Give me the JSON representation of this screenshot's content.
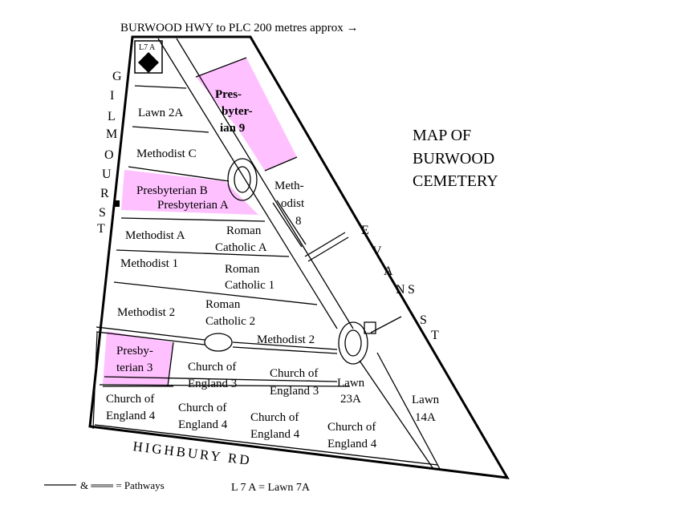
{
  "map": {
    "title_lines": [
      "MAP OF",
      "BURWOOD",
      "CEMETERY"
    ],
    "top_road": "BURWOOD HWY  to PLC 200 metres approx →",
    "left_street": [
      "G",
      "I",
      "L",
      "M",
      "O",
      "U",
      "R",
      "S",
      "T"
    ],
    "right_street": [
      "E",
      "V",
      "A",
      "N",
      "S",
      "S",
      "T"
    ],
    "bottom_road": "HIGHBURY RD",
    "corner_marker": "L7 A",
    "colors": {
      "highlight": "#ffc0ff",
      "line": "#000000",
      "background": "#ffffff"
    },
    "sections": {
      "lawn2a": "Lawn 2A",
      "methodist_c": "Methodist C",
      "presbyterian_b": "Presbyterian B",
      "presbyterian_a": "Presbyterian A",
      "presbyterian9": [
        "Pres-",
        "byter-",
        "ian 9"
      ],
      "methodist8": [
        "Meth-",
        "odist",
        "8"
      ],
      "methodist_a": "Methodist A",
      "rc_a": [
        "Roman",
        "Catholic A"
      ],
      "methodist1": "Methodist 1",
      "rc1": [
        "Roman",
        "Catholic 1"
      ],
      "methodist2_left": "Methodist 2",
      "rc2": [
        "Roman",
        "Catholic 2"
      ],
      "methodist2_right": "Methodist 2",
      "presbyterian3": [
        "Presby-",
        "terian 3"
      ],
      "coe3_a": [
        "Church of",
        "England 3"
      ],
      "coe3_b": [
        "Church of",
        "England 3"
      ],
      "lawn23a": [
        "Lawn",
        "23A"
      ],
      "lawn14a": [
        "Lawn",
        "14A"
      ],
      "coe4_a": [
        "Church of",
        "England 4"
      ],
      "coe4_b": [
        "Church of",
        "England 4"
      ],
      "coe4_c": [
        "Church of",
        "England 4"
      ],
      "coe4_d": [
        "Church of",
        "England 4"
      ]
    },
    "legend": {
      "pathways": "& ═══ = Pathways",
      "lawn_key": "L 7 A = Lawn 7A"
    }
  }
}
